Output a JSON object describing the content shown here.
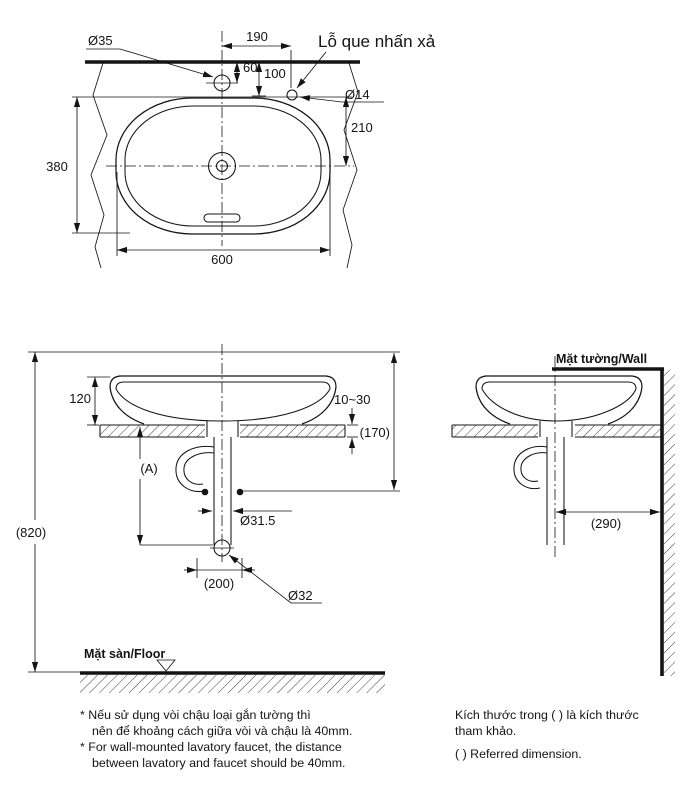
{
  "top_view": {
    "title": "Lỗ que nhấn xả",
    "dim_faucet_hole": "Ø35",
    "dim_190": "190",
    "dim_60": "60",
    "dim_100": "100",
    "dim_rod_hole": "Ø14",
    "dim_210": "210",
    "dim_380": "380",
    "dim_600": "600"
  },
  "front_view": {
    "dim_120": "120",
    "dim_counter_thickness": "10~30",
    "dim_170": "(170)",
    "dim_A": "(A)",
    "dim_820": "(820)",
    "dim_pipe": "Ø31.5",
    "dim_200": "(200)",
    "dim_drain": "Ø32",
    "floor_label": "Mặt sàn/Floor"
  },
  "side_view": {
    "wall_label": "Mặt tường/Wall",
    "dim_290": "(290)"
  },
  "notes": {
    "left": [
      "* Nếu sử dụng vòi chậu loại gắn tường thì",
      "nên để khoảng cách giữa vòi và chậu là 40mm.",
      "* For wall-mounted lavatory faucet, the distance",
      "between lavatory and faucet should be 40mm."
    ],
    "right": [
      "Kích thước trong ( ) là kích thước",
      "tham khảo.",
      "( ) Referred dimension."
    ]
  }
}
